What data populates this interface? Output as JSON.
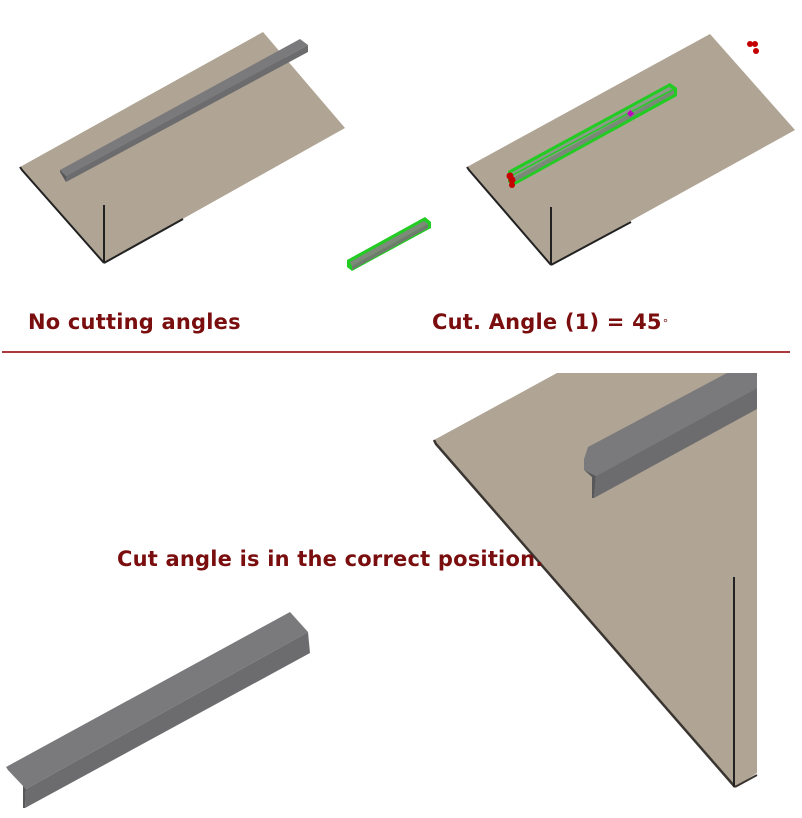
{
  "top_left_view": {
    "caption": "No cutting angles"
  },
  "top_right_view": {
    "caption_prefix": "Cut. Angle (1) = 45",
    "caption_degree_symbol": "°"
  },
  "bottom_view": {
    "caption": "Cut angle is in the correct position."
  },
  "colors": {
    "plate": "#b0a494",
    "plate_edge": "#222222",
    "profile_top": "#7a7a7c",
    "profile_side": "#6c6c6e",
    "selection": "#22cc22",
    "grip_red": "#c40000",
    "grip_magenta": "#c000c0",
    "caption": "#7a0e0e",
    "divider": "#a83a3a"
  }
}
